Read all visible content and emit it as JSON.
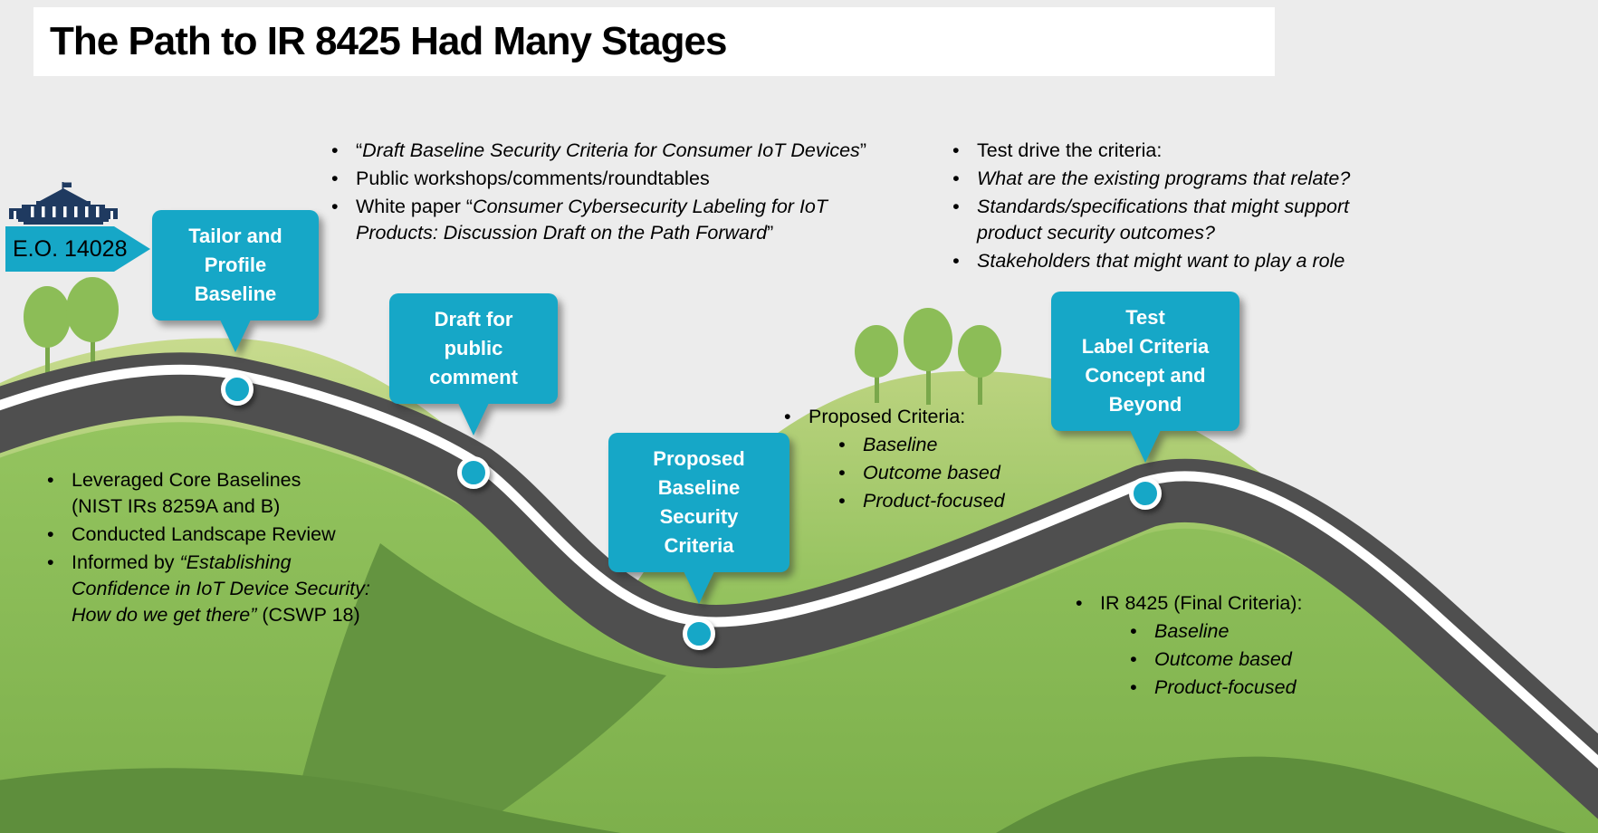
{
  "title": "The Path to IR 8425 Had Many Stages",
  "eo_badge": {
    "label": "E.O. 14028",
    "icon": "white-house-icon"
  },
  "colors": {
    "teal": "#16A7C7",
    "road_gray": "#4F4F4F",
    "road_stripe": "#FFFFFF",
    "sky_gray": "#ECECEC",
    "hill_light_green": "#C8DB8E",
    "hill_mid_green": "#8CBE55",
    "hill_dark_green": "#5E8E3C",
    "title_bar": "#FFFFFF",
    "house_navy": "#1F3A60"
  },
  "milestones": [
    {
      "id": "tailor-profile-baseline",
      "label": "Tailor and\nProfile\nBaseline"
    },
    {
      "id": "draft-public-comment",
      "label": "Draft for\npublic\ncomment"
    },
    {
      "id": "proposed-baseline-security-criteria",
      "label": "Proposed\nBaseline\nSecurity\nCriteria"
    },
    {
      "id": "test-label-criteria-concept",
      "label": "Test\nLabel Criteria\nConcept and\nBeyond"
    }
  ],
  "note_blocks": {
    "draft_activities": {
      "items": [
        {
          "segments": [
            {
              "text": "“",
              "italic": false
            },
            {
              "text": "Draft Baseline Security Criteria for Consumer IoT Devices",
              "italic": true
            },
            {
              "text": "”",
              "italic": false
            }
          ]
        },
        {
          "segments": [
            {
              "text": "Public workshops/comments/roundtables",
              "italic": false
            }
          ]
        },
        {
          "segments": [
            {
              "text": "White paper “",
              "italic": false
            },
            {
              "text": "Consumer Cybersecurity Labeling for IoT\nProducts: Discussion Draft on the Path Forward",
              "italic": true
            },
            {
              "text": "”",
              "italic": false
            }
          ]
        }
      ]
    },
    "test_drive": {
      "items": [
        {
          "segments": [
            {
              "text": "Test drive the criteria:",
              "italic": false
            }
          ]
        },
        {
          "segments": [
            {
              "text": "What are the existing programs that relate?",
              "italic": true
            }
          ]
        },
        {
          "segments": [
            {
              "text": "Standards/specifications that might support\nproduct security outcomes?",
              "italic": true
            }
          ]
        },
        {
          "segments": [
            {
              "text": "Stakeholders that might want to play a role",
              "italic": true
            }
          ]
        }
      ]
    },
    "baseline_work": {
      "items": [
        {
          "segments": [
            {
              "text": "Leveraged Core Baselines\n(NIST IRs 8259A and B)",
              "italic": false
            }
          ]
        },
        {
          "segments": [
            {
              "text": "Conducted Landscape Review",
              "italic": false
            }
          ]
        },
        {
          "segments": [
            {
              "text": "Informed by ",
              "italic": false
            },
            {
              "text": "“Establishing\nConfidence in IoT Device Security:\nHow do we get there”",
              "italic": true
            },
            {
              "text": " (CSWP 18)",
              "italic": false
            }
          ]
        }
      ]
    },
    "proposed_criteria": {
      "header": "Proposed Criteria:",
      "items": [
        "Baseline",
        "Outcome based",
        "Product-focused"
      ]
    },
    "final_criteria": {
      "header": "IR 8425 (Final Criteria):",
      "items": [
        "Baseline",
        "Outcome based",
        "Product-focused"
      ]
    }
  }
}
